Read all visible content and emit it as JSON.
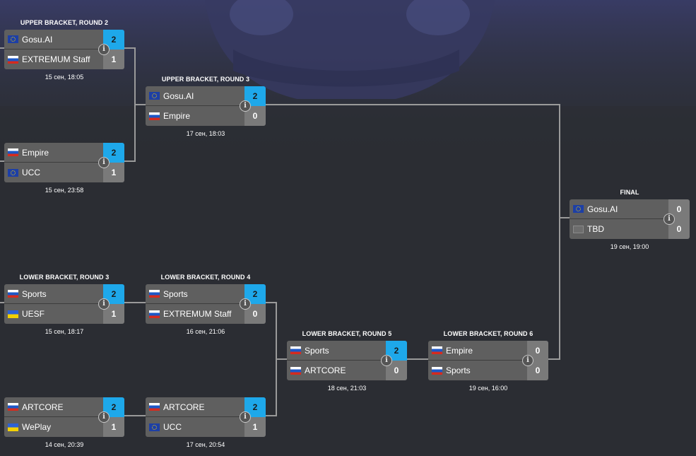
{
  "colors": {
    "background": "#2b2e33",
    "winner_accent": "#1ea8ea",
    "connector": "#9a9a9a",
    "cell": "#5f5f5f"
  },
  "matches": [
    {
      "id": "ub-r2-a",
      "title": "UPPER BRACKET, ROUND 2",
      "date": "15 сен, 18:05",
      "teams": [
        {
          "name": "Gosu.AI",
          "flag": "eu",
          "score": "2",
          "winner": true
        },
        {
          "name": "EXTREMUM Staff",
          "flag": "ru",
          "score": "1",
          "winner": false
        }
      ]
    },
    {
      "id": "ub-r2-b",
      "title": "",
      "date": "15 сен, 23:58",
      "teams": [
        {
          "name": "Empire",
          "flag": "ru",
          "score": "2",
          "winner": true
        },
        {
          "name": "UCC",
          "flag": "eu",
          "score": "1",
          "winner": false
        }
      ]
    },
    {
      "id": "ub-r3",
      "title": "UPPER BRACKET, ROUND 3",
      "date": "17 сен, 18:03",
      "teams": [
        {
          "name": "Gosu.AI",
          "flag": "eu",
          "score": "2",
          "winner": true
        },
        {
          "name": "Empire",
          "flag": "ru",
          "score": "0",
          "winner": false
        }
      ]
    },
    {
      "id": "final",
      "title": "FINAL",
      "date": "19 сен, 19:00",
      "teams": [
        {
          "name": "Gosu.AI",
          "flag": "eu",
          "score": "0",
          "winner": false
        },
        {
          "name": "TBD",
          "flag": "tbd",
          "score": "0",
          "winner": false
        }
      ]
    },
    {
      "id": "lb-r3-a",
      "title": "LOWER BRACKET, ROUND 3",
      "date": "15 сен, 18:17",
      "teams": [
        {
          "name": "Sports",
          "flag": "ru",
          "score": "2",
          "winner": true
        },
        {
          "name": "UESF",
          "flag": "ua",
          "score": "1",
          "winner": false
        }
      ]
    },
    {
      "id": "lb-r4-a",
      "title": "LOWER BRACKET, ROUND 4",
      "date": "16 сен, 21:06",
      "teams": [
        {
          "name": "Sports",
          "flag": "ru",
          "score": "2",
          "winner": true
        },
        {
          "name": "EXTREMUM Staff",
          "flag": "ru",
          "score": "0",
          "winner": false
        }
      ]
    },
    {
      "id": "lb-r5",
      "title": "LOWER BRACKET, ROUND 5",
      "date": "18 сен, 21:03",
      "teams": [
        {
          "name": "Sports",
          "flag": "ru",
          "score": "2",
          "winner": true
        },
        {
          "name": "ARTCORE",
          "flag": "ru",
          "score": "0",
          "winner": false
        }
      ]
    },
    {
      "id": "lb-r6",
      "title": "LOWER BRACKET, ROUND 6",
      "date": "19 сен, 16:00",
      "teams": [
        {
          "name": "Empire",
          "flag": "ru",
          "score": "0",
          "winner": false
        },
        {
          "name": "Sports",
          "flag": "ru",
          "score": "0",
          "winner": false
        }
      ]
    },
    {
      "id": "lb-r3-b",
      "title": "",
      "date": "14 сен, 20:39",
      "teams": [
        {
          "name": "ARTCORE",
          "flag": "ru",
          "score": "2",
          "winner": true
        },
        {
          "name": "WePlay",
          "flag": "ua",
          "score": "1",
          "winner": false
        }
      ]
    },
    {
      "id": "lb-r4-b",
      "title": "",
      "date": "17 сен, 20:54",
      "teams": [
        {
          "name": "ARTCORE",
          "flag": "ru",
          "score": "2",
          "winner": true
        },
        {
          "name": "UCC",
          "flag": "eu",
          "score": "1",
          "winner": false
        }
      ]
    }
  ]
}
